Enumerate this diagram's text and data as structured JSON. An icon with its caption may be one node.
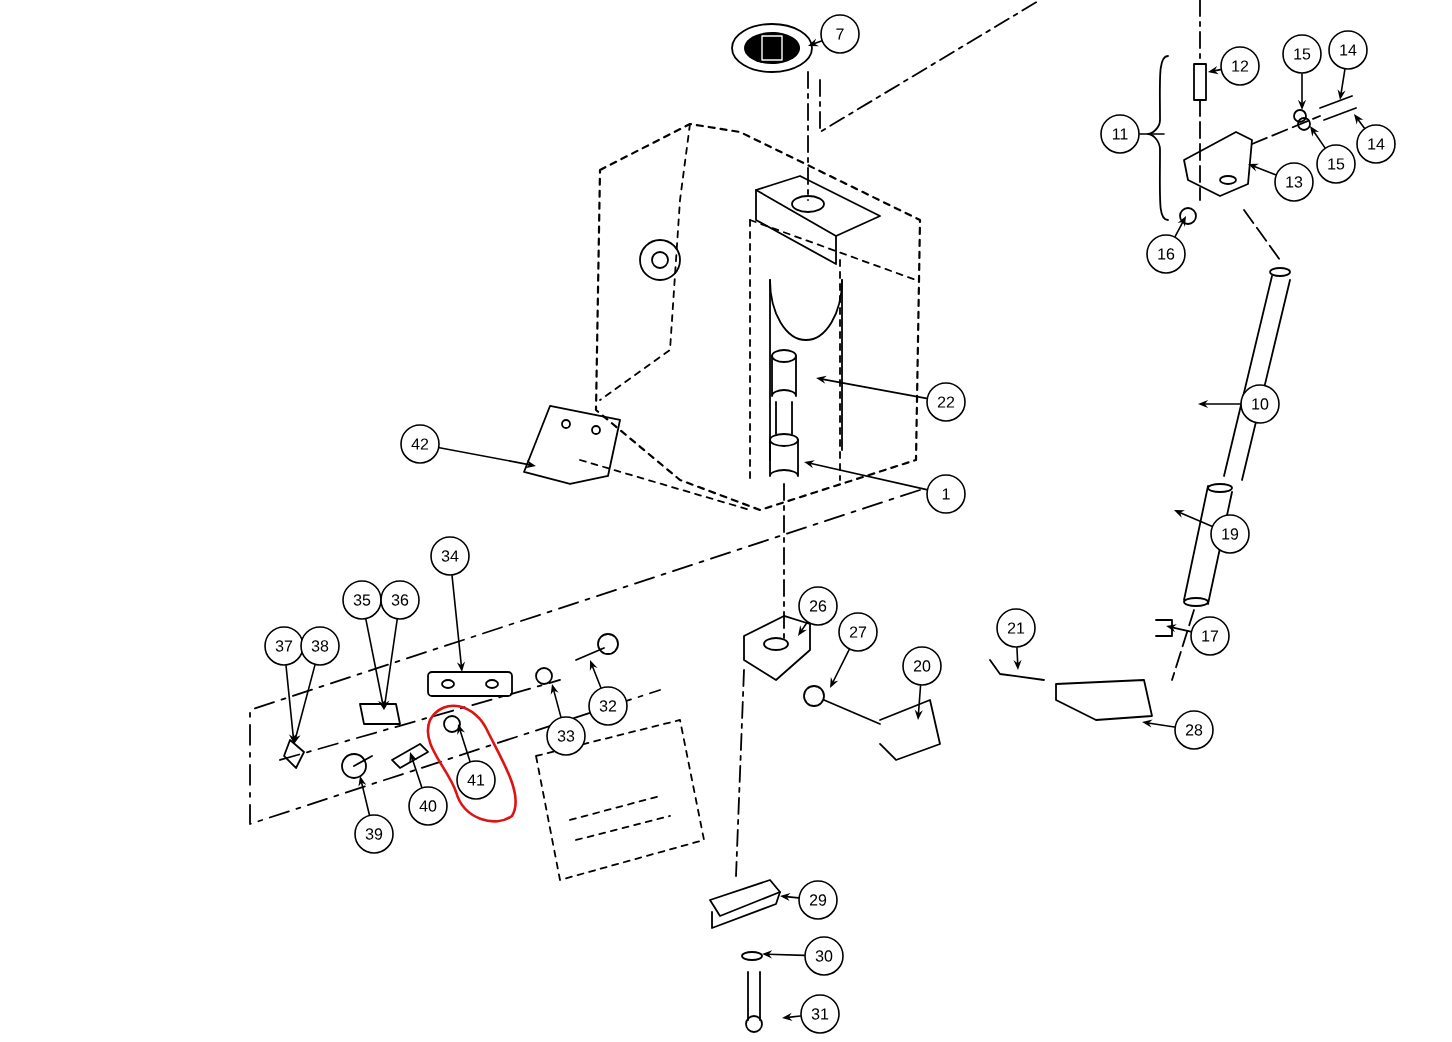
{
  "diagram": {
    "nodes": [
      {
        "text": [
          "7"
        ]
      },
      {
        "text": [
          "14"
        ]
      },
      {
        "text": [
          "15"
        ]
      },
      {
        "text": [
          "12"
        ]
      },
      {
        "text": [
          "11"
        ]
      },
      {
        "text": [
          "14"
        ]
      },
      {
        "text": [
          "15"
        ]
      },
      {
        "text": [
          "13"
        ]
      },
      {
        "text": [
          "16"
        ]
      },
      {
        "text": [
          "22"
        ]
      },
      {
        "text": [
          "10"
        ]
      },
      {
        "text": [
          "42"
        ]
      },
      {
        "text": [
          "1"
        ]
      },
      {
        "text": [
          "19"
        ]
      },
      {
        "text": [
          "34"
        ]
      },
      {
        "text": [
          "35"
        ]
      },
      {
        "text": [
          "36"
        ]
      },
      {
        "text": [
          "26"
        ]
      },
      {
        "text": [
          "21"
        ]
      },
      {
        "text": [
          "27"
        ]
      },
      {
        "text": [
          "17"
        ]
      },
      {
        "text": [
          "37"
        ]
      },
      {
        "text": [
          "38"
        ]
      },
      {
        "text": [
          "20"
        ]
      },
      {
        "text": [
          "32"
        ]
      },
      {
        "text": [
          "28"
        ]
      },
      {
        "text": [
          "33"
        ]
      },
      {
        "text": [
          "41"
        ]
      },
      {
        "text": [
          "40"
        ]
      },
      {
        "text": [
          "39"
        ]
      },
      {
        "text": [
          "29"
        ]
      },
      {
        "text": [
          "30"
        ]
      },
      {
        "text": [
          "31"
        ]
      }
    ],
    "edges": [
      {
        "from": 0,
        "to": null,
        "arrow": "to"
      },
      {
        "from": 1,
        "to": null,
        "arrow": "to"
      },
      {
        "from": 2,
        "to": null,
        "arrow": "to"
      },
      {
        "from": 3,
        "to": null,
        "arrow": "to"
      },
      {
        "from": 4,
        "to": null,
        "arrow": "none"
      },
      {
        "from": 5,
        "to": null,
        "arrow": "to"
      },
      {
        "from": 6,
        "to": null,
        "arrow": "to"
      },
      {
        "from": 7,
        "to": null,
        "arrow": "to"
      },
      {
        "from": 8,
        "to": null,
        "arrow": "to"
      },
      {
        "from": 9,
        "to": null,
        "arrow": "to"
      },
      {
        "from": 10,
        "to": null,
        "arrow": "to"
      },
      {
        "from": 11,
        "to": null,
        "arrow": "to"
      },
      {
        "from": 12,
        "to": null,
        "arrow": "to"
      },
      {
        "from": 13,
        "to": null,
        "arrow": "to"
      },
      {
        "from": 14,
        "to": null,
        "arrow": "to"
      },
      {
        "from": 15,
        "to": null,
        "arrow": "to"
      },
      {
        "from": 16,
        "to": null,
        "arrow": "to"
      },
      {
        "from": 17,
        "to": null,
        "arrow": "to"
      },
      {
        "from": 18,
        "to": null,
        "arrow": "to"
      },
      {
        "from": 19,
        "to": null,
        "arrow": "to"
      },
      {
        "from": 20,
        "to": null,
        "arrow": "to"
      },
      {
        "from": 21,
        "to": null,
        "arrow": "to"
      },
      {
        "from": 22,
        "to": null,
        "arrow": "to"
      },
      {
        "from": 23,
        "to": null,
        "arrow": "to"
      },
      {
        "from": 24,
        "to": null,
        "arrow": "to"
      },
      {
        "from": 25,
        "to": null,
        "arrow": "to"
      },
      {
        "from": 26,
        "to": null,
        "arrow": "to"
      },
      {
        "from": 27,
        "to": null,
        "arrow": "to"
      },
      {
        "from": 28,
        "to": null,
        "arrow": "to"
      },
      {
        "from": 29,
        "to": null,
        "arrow": "to"
      },
      {
        "from": 30,
        "to": null,
        "arrow": "to"
      },
      {
        "from": 31,
        "to": null,
        "arrow": "to"
      },
      {
        "from": 32,
        "to": null,
        "arrow": "to"
      }
    ]
  }
}
